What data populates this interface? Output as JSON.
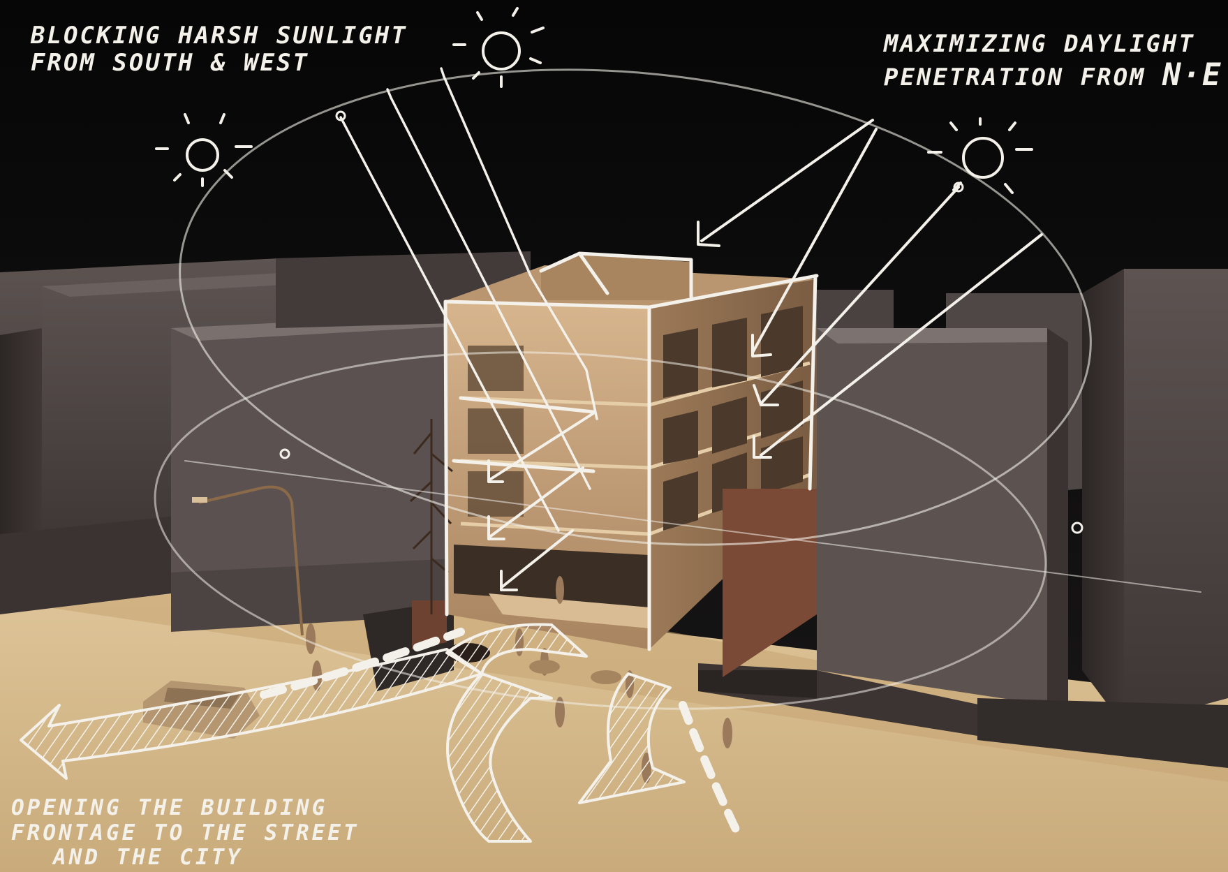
{
  "annotations": {
    "south_west": {
      "line1": "BLOCKING HARSH SUNLIGHT",
      "line2": "FROM SOUTH & WEST"
    },
    "north_east": {
      "line1": "MAXIMIZING  DAYLIGHT",
      "line2_prefix": "PENETRATION  FROM ",
      "line2_emphasis": "N·E"
    },
    "street": {
      "line1": "OPENING THE BUILDING",
      "line2": "FRONTAGE TO THE STREET",
      "line3": "AND THE CITY"
    }
  },
  "colors": {
    "sky": "#0b0b0b",
    "ground": "#d8bf93",
    "block_dark": "#4a4240",
    "block_light": "#6d6361",
    "building": "#c9a67f",
    "sketch": "#f4f1ea"
  },
  "icons": [
    "sun-icon",
    "sun-icon",
    "sun-icon",
    "sun-path-ellipse",
    "movement-arrow"
  ]
}
